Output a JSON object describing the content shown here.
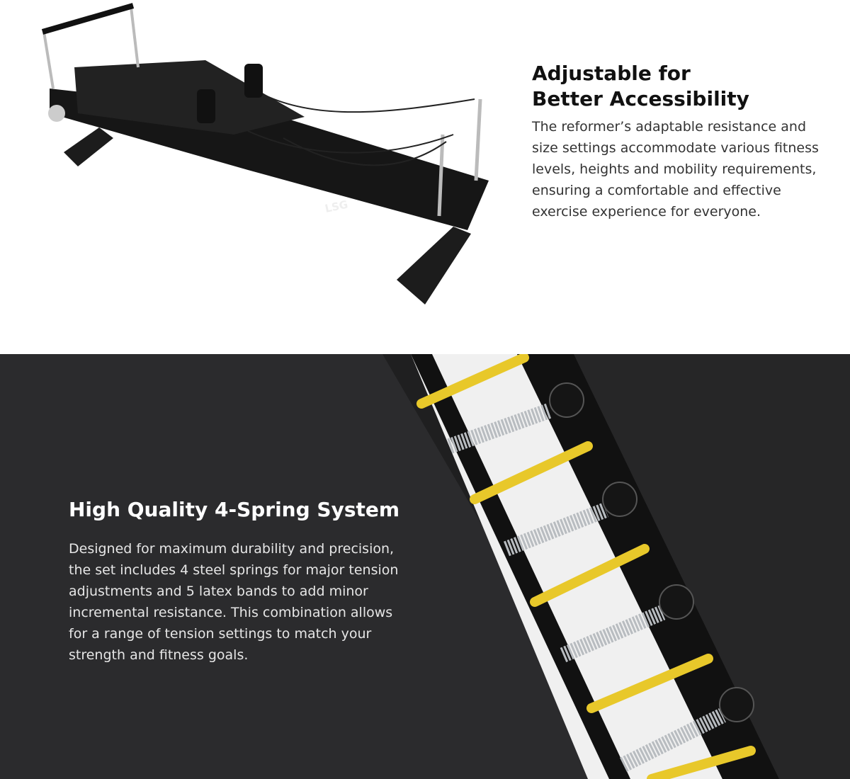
{
  "section1": {
    "heading_line1": "Adjustable for",
    "heading_line2": "Better Accessibility",
    "body": "The reformer’s adaptable resistance and size settings accommodate various fitness levels, heights and mobility requirements, ensuring a comfortable and effective exercise experience for everyone.",
    "product_logo": "LSG"
  },
  "section2": {
    "heading": "High Quality 4-Spring System",
    "body": "Designed for maximum durability and precision, the set includes 4 steel springs for major tension adjustments and 5 latex bands to add minor incremental resistance. This combination allows for a range of tension settings to match your strength and fitness goals."
  },
  "colors": {
    "dark_bg": "#2b2b2d",
    "spring_bar": "#e8c82a",
    "frame": "#1a1a1a"
  }
}
